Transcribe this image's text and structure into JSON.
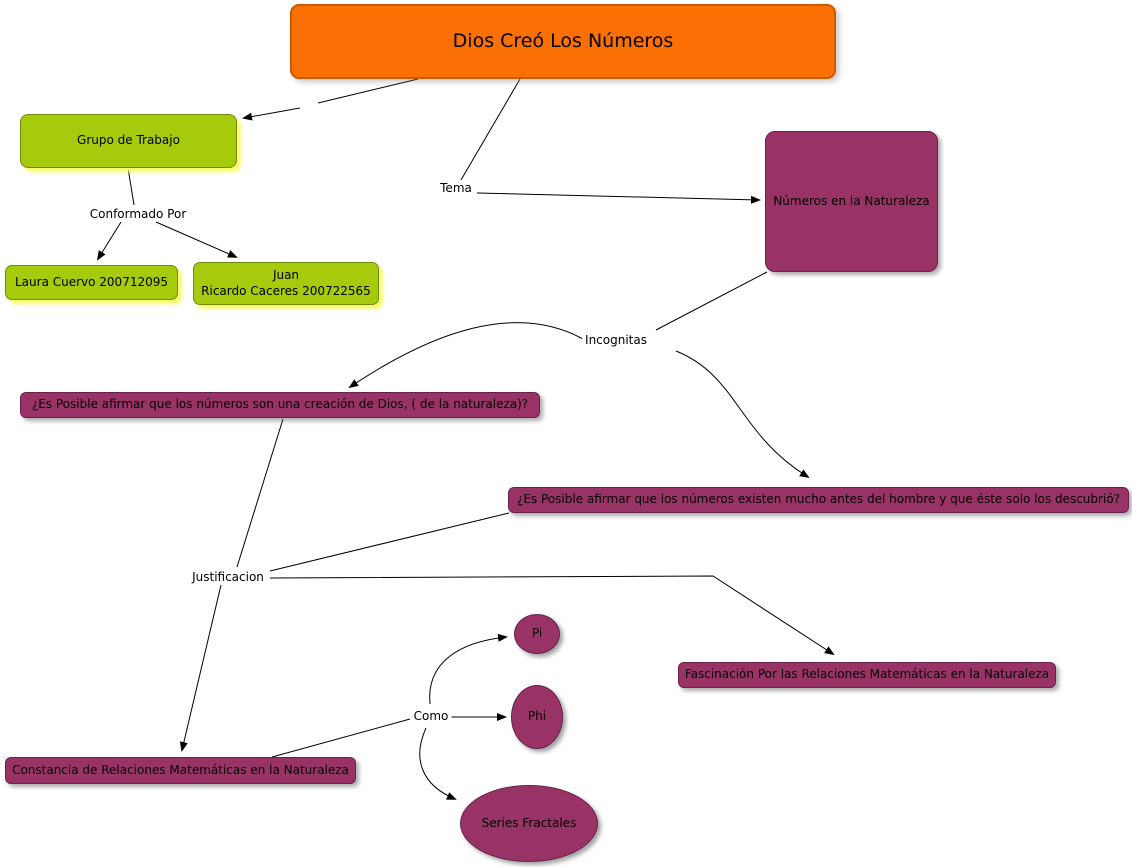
{
  "map": {
    "title": {
      "label": "Dios Creó Los Números"
    },
    "nodes": {
      "grupo_de_trabajo": {
        "label": "Grupo de Trabajo"
      },
      "laura": {
        "label": "Laura Cuervo 200712095"
      },
      "juan": {
        "label": "Juan\nRicardo Caceres 200722565"
      },
      "numeros_naturaleza": {
        "label": "Números en la Naturaleza"
      },
      "pregunta_creacion": {
        "label": "¿Es Posible afirmar que los números son una creación de Dios, ( de la naturaleza)?"
      },
      "pregunta_existen": {
        "label": "¿Es Posible afirmar que los números existen mucho antes del hombre y que éste solo los descubrió?"
      },
      "fascinacion": {
        "label": "Fascinación Por las Relaciones Matemáticas en la Naturaleza"
      },
      "constancia": {
        "label": "Constancia de Relaciones Matemáticas en la Naturaleza"
      },
      "pi": {
        "label": "Pi"
      },
      "phi": {
        "label": "Phi"
      },
      "series_fractales": {
        "label": "Series Fractales"
      }
    },
    "link_labels": {
      "conformado_por": "Conformado Por",
      "tema": "Tema",
      "incognitas": "Incognitas",
      "justificacion": "Justificacion",
      "como": "Como"
    },
    "colors": {
      "title_fill": "#fb7005",
      "title_border": "#cc5a00",
      "group_fill": "#a5cb0c",
      "group_border": "#6f8c0f",
      "group_glow": "#fafa6e",
      "concept_fill": "#993366",
      "concept_border": "#66224d",
      "line_color": "#000000",
      "text_color": "#000000",
      "background": "#ffffff"
    }
  }
}
